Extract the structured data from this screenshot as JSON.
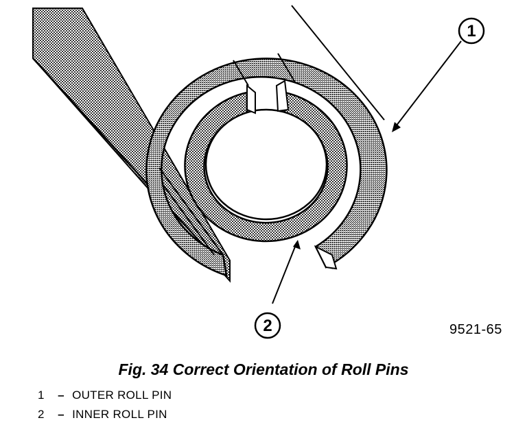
{
  "figure": {
    "callouts": [
      {
        "number": "1"
      },
      {
        "number": "2"
      }
    ],
    "code": "9521-65"
  },
  "caption": "Fig. 34 Correct Orientation of Roll Pins",
  "legend": [
    {
      "number": "1",
      "dash": "–",
      "label": "OUTER ROLL PIN"
    },
    {
      "number": "2",
      "dash": "–",
      "label": "INNER ROLL PIN"
    }
  ]
}
